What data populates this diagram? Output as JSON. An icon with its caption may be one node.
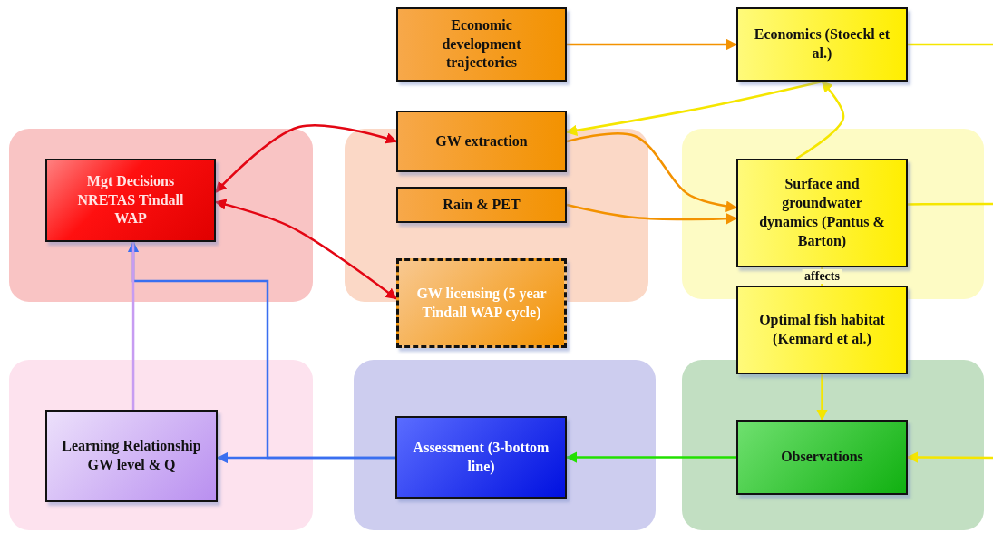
{
  "diagram": {
    "nodes": [
      {
        "text": [
          "Economic development trajectories"
        ]
      },
      {
        "text": [
          "Economics (Stoeckl et al.)"
        ]
      },
      {
        "text": [],
        "shape": "box"
      },
      {
        "text": [],
        "shape": "box"
      },
      {
        "text": [],
        "shape": "box"
      },
      {
        "text": [
          "GW extraction"
        ]
      },
      {
        "text": [
          "Mgt Decisions NRETAS Tindall WAP"
        ],
        "in": 2
      },
      {
        "text": [
          "Rain & PET"
        ],
        "in": 3
      },
      {
        "text": [
          "Surface and groundwater dynamics (Pantus & Barton)"
        ],
        "in": 4
      },
      {
        "text": [
          "GW licensing (5 year Tindall WAP cycle)"
        ]
      },
      {
        "text": [
          "Optimal fish habitat (Kennard et al.)"
        ]
      },
      {
        "text": [],
        "shape": "box"
      },
      {
        "text": [],
        "shape": "box"
      },
      {
        "text": [],
        "shape": "box"
      },
      {
        "text": [
          "Learning Relationship GW level & Q"
        ],
        "in": 11
      },
      {
        "text": [
          "Assessment (3-bottom line)"
        ],
        "in": 12
      },
      {
        "text": [
          "Observations"
        ],
        "in": 13
      }
    ],
    "edges": [
      {
        "from": 0,
        "to": 1,
        "arrow": "to",
        "color": "#f39200"
      },
      {
        "from": 1,
        "to": null,
        "arrow": "none"
      },
      {
        "from": 8,
        "to": null,
        "arrow": "none"
      },
      {
        "from": null,
        "to": 16,
        "arrow": "to"
      },
      {
        "from": 6,
        "to": 5,
        "arrow": "both",
        "color": "#e30613"
      },
      {
        "from": 6,
        "to": 9,
        "arrow": "both",
        "color": "#e30613"
      },
      {
        "from": 5,
        "to": 8,
        "arrow": "to",
        "color": "#f39200"
      },
      {
        "from": 7,
        "to": 8,
        "arrow": "to",
        "color": "#f39200"
      },
      {
        "from": 1,
        "to": 5,
        "arrow": "to"
      },
      {
        "from": 8,
        "to": 1,
        "arrow": "to"
      },
      {
        "from": 8,
        "to": 10,
        "arrow": "none",
        "label": "affects"
      },
      {
        "from": 10,
        "to": 16,
        "arrow": "to"
      },
      {
        "from": 16,
        "to": 15,
        "arrow": "to",
        "color": "#22e000"
      },
      {
        "from": 15,
        "to": 14,
        "arrow": "to",
        "color": "#3a6ff0"
      },
      {
        "from": 15,
        "to": 6,
        "arrow": "to",
        "color": "#3a6ff0"
      },
      {
        "from": 14,
        "to": 6,
        "arrow": "none",
        "color": "#c79cf2"
      }
    ]
  }
}
